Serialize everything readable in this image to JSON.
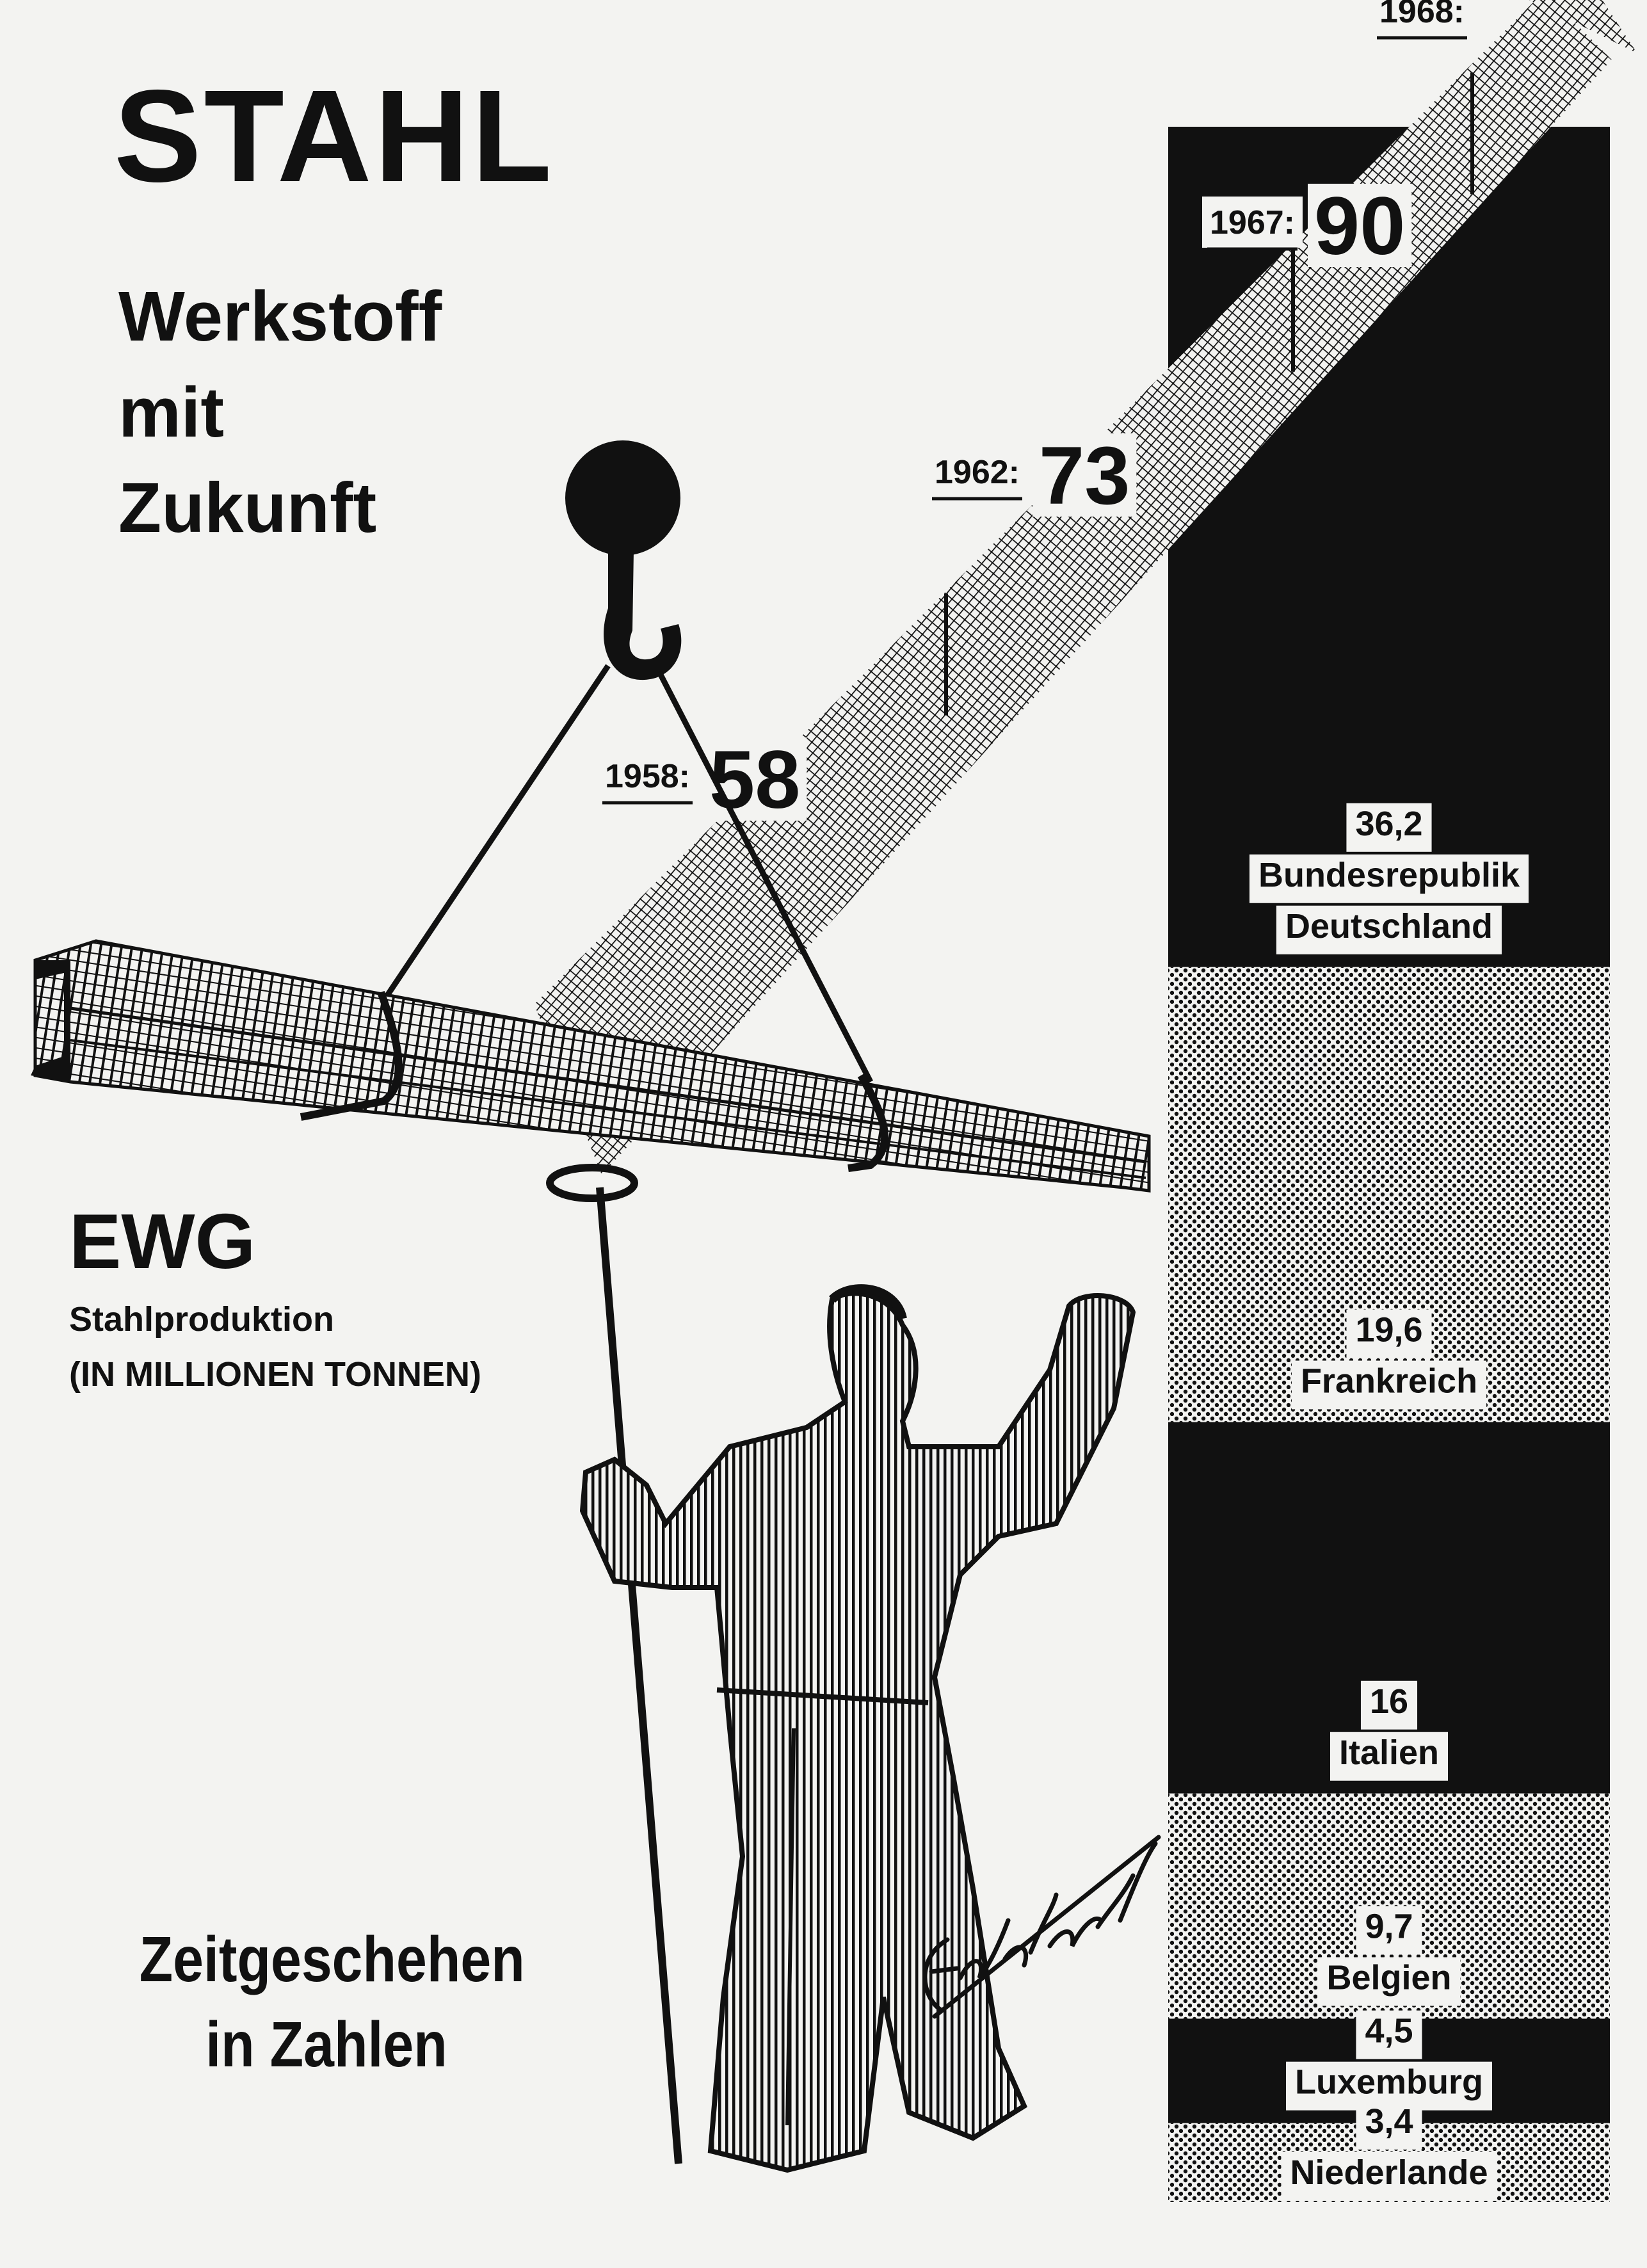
{
  "poster": {
    "title": "STAHL",
    "subtitle": "Werkstoff\nmit\nZukunft",
    "section_title": "EWG",
    "section_subtitle": "Stahlproduktion\n(IN MILLIONEN TONNEN)",
    "footer": "Zeitgeschehen\nin Zahlen",
    "signature": "Eckhardt"
  },
  "colors": {
    "ink": "#111111",
    "paper": "#f3f3f1"
  },
  "chart_data": [
    {
      "type": "line",
      "x": [
        "1958",
        "1962",
        "1967",
        "1968"
      ],
      "y": [
        58,
        73,
        90,
        null
      ],
      "point_labels": [
        "1958:",
        "1962:",
        "1967:",
        "1968:"
      ]
    },
    {
      "type": "bar",
      "stacked": true,
      "categories": [
        "Bundesrepublik Deutschland",
        "Frankreich",
        "Italien",
        "Belgien",
        "Luxemburg",
        "Niederlande"
      ],
      "values": [
        36.2,
        19.6,
        16,
        9.7,
        4.5,
        3.4
      ],
      "value_labels": [
        "36,2",
        "19,6",
        "16",
        "9,7",
        "4,5",
        "3,4"
      ],
      "fills": [
        "solid",
        "dots",
        "solid",
        "dots",
        "solid",
        "dots"
      ]
    }
  ]
}
